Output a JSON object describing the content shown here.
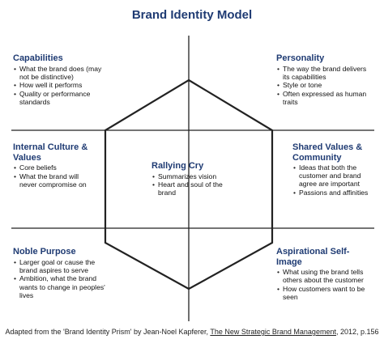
{
  "title": "Brand Identity Model",
  "capabilities": {
    "heading": "Capabilities",
    "items": [
      "What the brand does (may not be distinctive)",
      "How well it performs",
      "Quality or performance standards"
    ]
  },
  "personality": {
    "heading": "Personality",
    "items": [
      "The way the brand delivers its capabilities",
      "Style or tone",
      "Often expressed as human traits"
    ]
  },
  "internal_culture": {
    "heading": "Internal Culture & Values",
    "items": [
      "Core beliefs",
      "What the brand will never compromise on"
    ]
  },
  "rallying_cry": {
    "heading": "Rallying Cry",
    "items": [
      "Summarizes vision",
      "Heart and soul of the brand"
    ]
  },
  "shared_values": {
    "heading": "Shared Values & Community",
    "items": [
      "Ideas that both the customer and brand agree are important",
      "Passions and affinities"
    ]
  },
  "noble_purpose": {
    "heading": "Noble Purpose",
    "items": [
      "Larger goal or cause the brand aspires to serve",
      "Ambition, what the brand wants to change in peoples' lives"
    ]
  },
  "aspirational_self_image": {
    "heading": "Aspirational Self-Image",
    "items": [
      "What using the brand tells others about the customer",
      "How customers want to be seen"
    ]
  },
  "caption": {
    "before": "Adapted from the 'Brand Identity Prism' by Jean-Noel Kapferer, ",
    "book": "The New Strategic Brand Management",
    "after": ", 2012, p.156"
  },
  "colors": {
    "title": "#1f3b73",
    "lines": "#222222"
  }
}
